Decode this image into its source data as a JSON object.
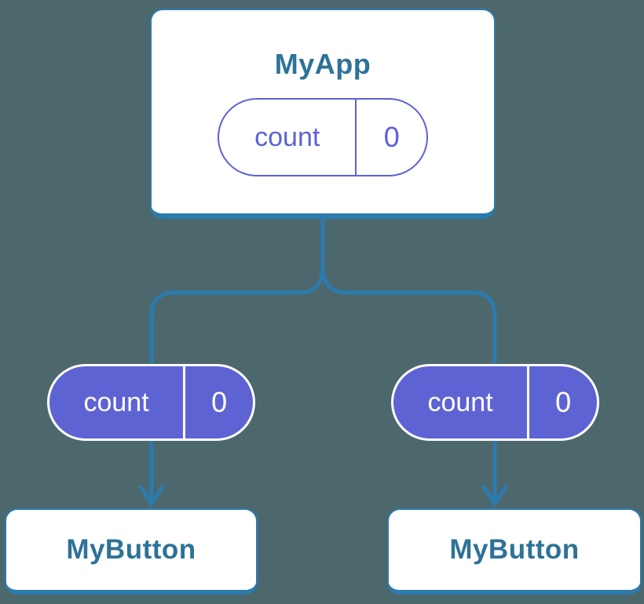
{
  "colors": {
    "background": "#4D686D",
    "accent_blue": "#2B7BAF",
    "title_text": "#2E7297",
    "purple": "#5E63D4",
    "purple_outline": "#5C62D6",
    "node_bg": "#FFFFFF",
    "pill_text_light": "#FFFFFF"
  },
  "diagram": {
    "root_node": {
      "title": "MyApp",
      "state_pill": {
        "label": "count",
        "value": "0"
      }
    },
    "child_nodes": [
      {
        "title": "MyButton",
        "prop_pill": {
          "label": "count",
          "value": "0"
        }
      },
      {
        "title": "MyButton",
        "prop_pill": {
          "label": "count",
          "value": "0"
        }
      }
    ]
  }
}
